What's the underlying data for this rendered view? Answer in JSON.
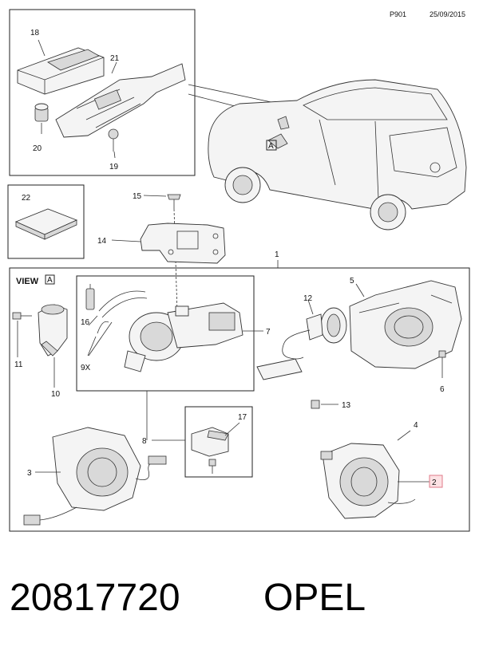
{
  "header": {
    "page_code": "P901",
    "date": "25/09/2015"
  },
  "view_label": "VIEW",
  "view_marker": "A",
  "callouts": {
    "c1": "1",
    "c2": "2",
    "c3": "3",
    "c4": "4",
    "c5": "5",
    "c6": "6",
    "c7": "7",
    "c8": "8",
    "c9x": "9X",
    "c10": "10",
    "c11": "11",
    "c12": "12",
    "c13": "13",
    "c14": "14",
    "c15": "15",
    "c16": "16",
    "c17": "17",
    "c18": "18",
    "c19": "19",
    "c20": "20",
    "c21": "21",
    "c22": "22"
  },
  "footer": {
    "part_number": "20817720",
    "brand": "OPEL"
  },
  "colors": {
    "highlight_fill": "#fde2e4",
    "highlight_stroke": "#e07b8a"
  }
}
